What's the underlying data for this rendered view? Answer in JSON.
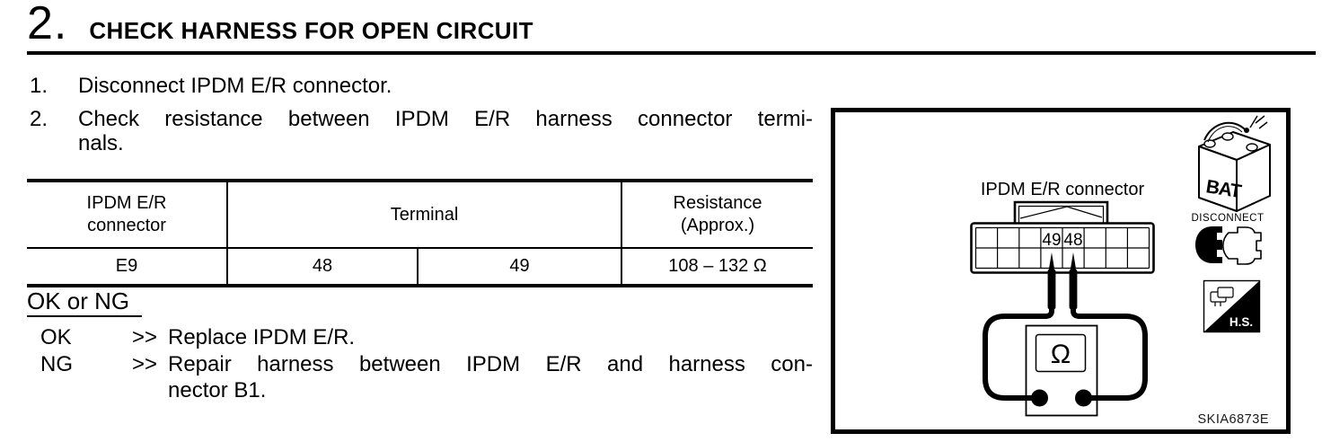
{
  "header": {
    "number": "2.",
    "title": "CHECK HARNESS FOR OPEN CIRCUIT"
  },
  "steps": [
    {
      "num": "1.",
      "lines": [
        "Disconnect IPDM E/R connector."
      ]
    },
    {
      "num": "2.",
      "lines": [
        "Check resistance between IPDM E/R harness connector termi-",
        "nals."
      ]
    }
  ],
  "table": {
    "col_headers": {
      "connector": "IPDM E/R\nconnector",
      "terminal": "Terminal",
      "resistance": "Resistance\n(Approx.)"
    },
    "row": {
      "connector": "E9",
      "terminal_a": "48",
      "terminal_b": "49",
      "resistance": "108 – 132 Ω"
    }
  },
  "result": {
    "heading": "OK or NG",
    "items": [
      {
        "label": "OK",
        "marker": ">>",
        "lines": [
          "Replace IPDM E/R."
        ]
      },
      {
        "label": "NG",
        "marker": ">>",
        "lines": [
          "Repair harness between IPDM E/R and harness con-",
          "nector B1."
        ]
      }
    ]
  },
  "figure": {
    "connector_label": "IPDM E/R connector",
    "pin_left": "49",
    "pin_right": "48",
    "meter_symbol": "Ω",
    "icons": {
      "battery": "BAT",
      "disconnect": "DISCONNECT",
      "hs": "H.S."
    },
    "code": "SKIA6873E",
    "colors": {
      "ink": "#000000",
      "paper": "#ffffff"
    }
  }
}
